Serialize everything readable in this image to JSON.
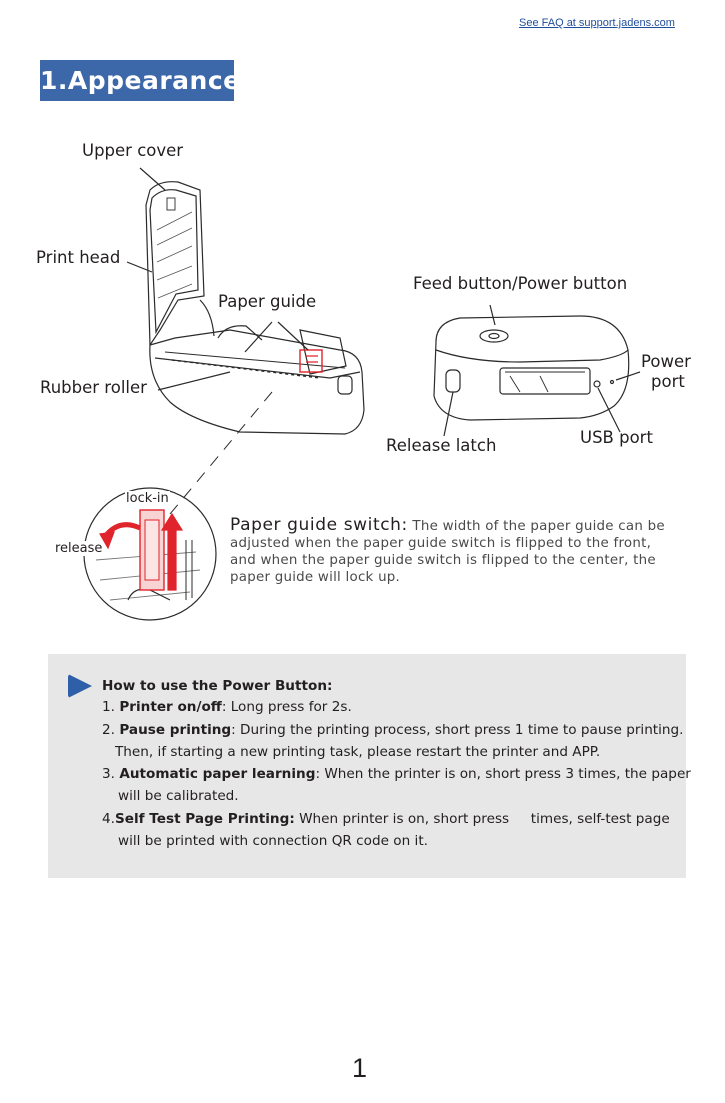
{
  "header": {
    "faq_link": "See FAQ at support.jadens.com"
  },
  "section": {
    "title": "1.Appearance"
  },
  "callouts": {
    "upper_cover": "Upper cover",
    "print_head": "Print head",
    "paper_guide": "Paper guide",
    "rubber_roller": "Rubber roller",
    "feed_button": "Feed button/Power button",
    "power_port_line1": "Power",
    "power_port_line2": "port",
    "release_latch": "Release latch",
    "usb_port": "USB port",
    "lock_in": "lock-in",
    "release": "release"
  },
  "switch_description": {
    "heading": "Paper guide switch:",
    "text": "The width of the paper guide can be adjusted when the paper guide switch is flipped to the front, and when the paper guide switch is flipped to the center, the paper guide will lock up."
  },
  "power_button_info": {
    "heading": "How to use the Power Button:",
    "item1_num": "1.",
    "item1_bold": "Printer on/off",
    "item1_text": ": Long press for 2s.",
    "item2_num": "2.",
    "item2_bold": "Pause printing",
    "item2_text": ": During the printing process, short press 1 time to pause printing.",
    "item2_text_cont": "Then, if starting a new printing task, please restart the printer and APP.",
    "item3_num": "3.",
    "item3_bold": "Automatic paper learning",
    "item3_text": ": When the printer is on, short press 3 times, the paper",
    "item3_text_cont": "will be calibrated.",
    "item4_num": "4.",
    "item4_bold": "Self Test Page Printing:",
    "item4_text": " When printer is on, short press     times, self-test page",
    "item4_text_cont": "will be printed with connection QR code on it."
  },
  "footer": {
    "page_number": "1"
  },
  "colors": {
    "title_bg": "#3c67a8",
    "link": "#1f4e9c",
    "info_bg": "#e7e7e7",
    "accent_red": "#e0242b"
  }
}
